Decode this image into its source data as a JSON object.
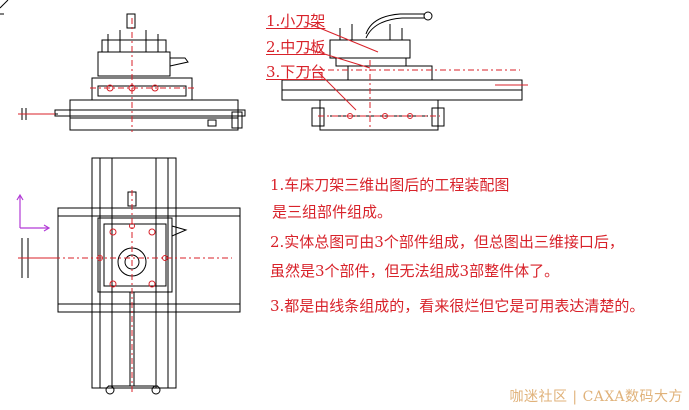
{
  "parts_legend": [
    "1.小刀架",
    "2.中刀板",
    "3.下刀台"
  ],
  "notes": [
    "1.车床刀架三维出图后的工程装配图",
    "是三组部件组成。",
    "2.实体总图可由3个部件组成，但总图出三维接口后，",
    "虽然是3个部件，但无法组成3部整件体了。",
    "3.都是由线条组成的，看来很烂但它是可用表达清楚的。"
  ],
  "watermark": "咖迷社区 | CAXA数码大方",
  "colors": {
    "line": "#000000",
    "accent": "#d8222a",
    "watermark": "#e0b27a",
    "axis": "#b23bd6"
  }
}
